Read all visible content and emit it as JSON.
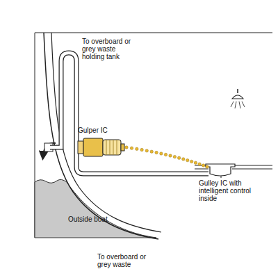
{
  "diagram": {
    "labels": [
      "To overboard or grey waste holding tank",
      "Gulper IC",
      "Gulley IC with intelligent control inside",
      "Outside boat",
      "To overboard or grey waste"
    ]
  }
}
